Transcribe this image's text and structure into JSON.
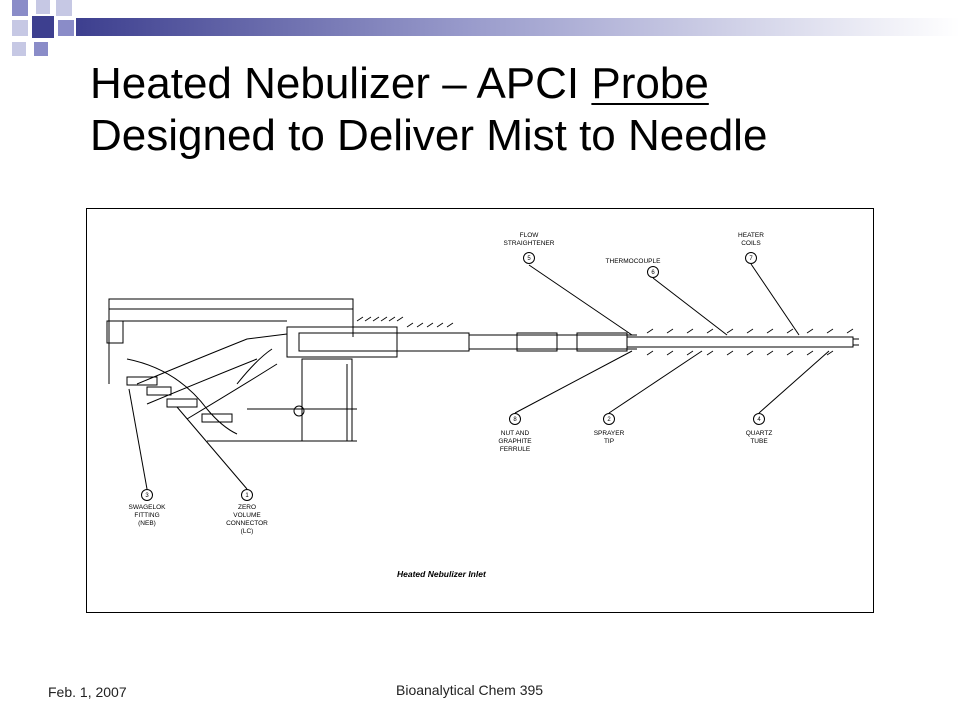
{
  "slide": {
    "title_part1": "Heated Nebulizer – APCI ",
    "title_underlined": "Probe",
    "title_line2": "Designed to Deliver Mist to Needle",
    "footer_date": "Feb. 1, 2007",
    "footer_course": "Bioanalytical Chem 395"
  },
  "diagram": {
    "caption": "Heated Nebulizer Inlet",
    "callouts": {
      "c1": {
        "num": "1",
        "lines": [
          "ZERO",
          "VOLUME",
          "CONNECTOR",
          "(LC)"
        ]
      },
      "c2": {
        "num": "2",
        "lines": [
          "SPRAYER",
          "TIP"
        ]
      },
      "c3": {
        "num": "3",
        "lines": [
          "SWAGELOK",
          "FITTING",
          "(NEB)"
        ]
      },
      "c4": {
        "num": "4",
        "lines": [
          "QUARTZ",
          "TUBE"
        ]
      },
      "c5": {
        "num": "5",
        "lines": [
          "FLOW",
          "STRAIGHTENER"
        ]
      },
      "c6": {
        "num": "6",
        "lines": [
          "THERMOCOUPLE"
        ]
      },
      "c7": {
        "num": "7",
        "lines": [
          "HEATER",
          "COILS"
        ]
      },
      "c8": {
        "num": "8",
        "lines": [
          "NUT AND",
          "GRAPHITE",
          "FERRULE"
        ]
      }
    }
  },
  "theme": {
    "square_dark": "#3d3f8f",
    "square_mid": "#8a8cc8",
    "square_light": "#c6c8e4",
    "bar_start": "#3d3f8f",
    "bar_end": "#ffffff"
  }
}
